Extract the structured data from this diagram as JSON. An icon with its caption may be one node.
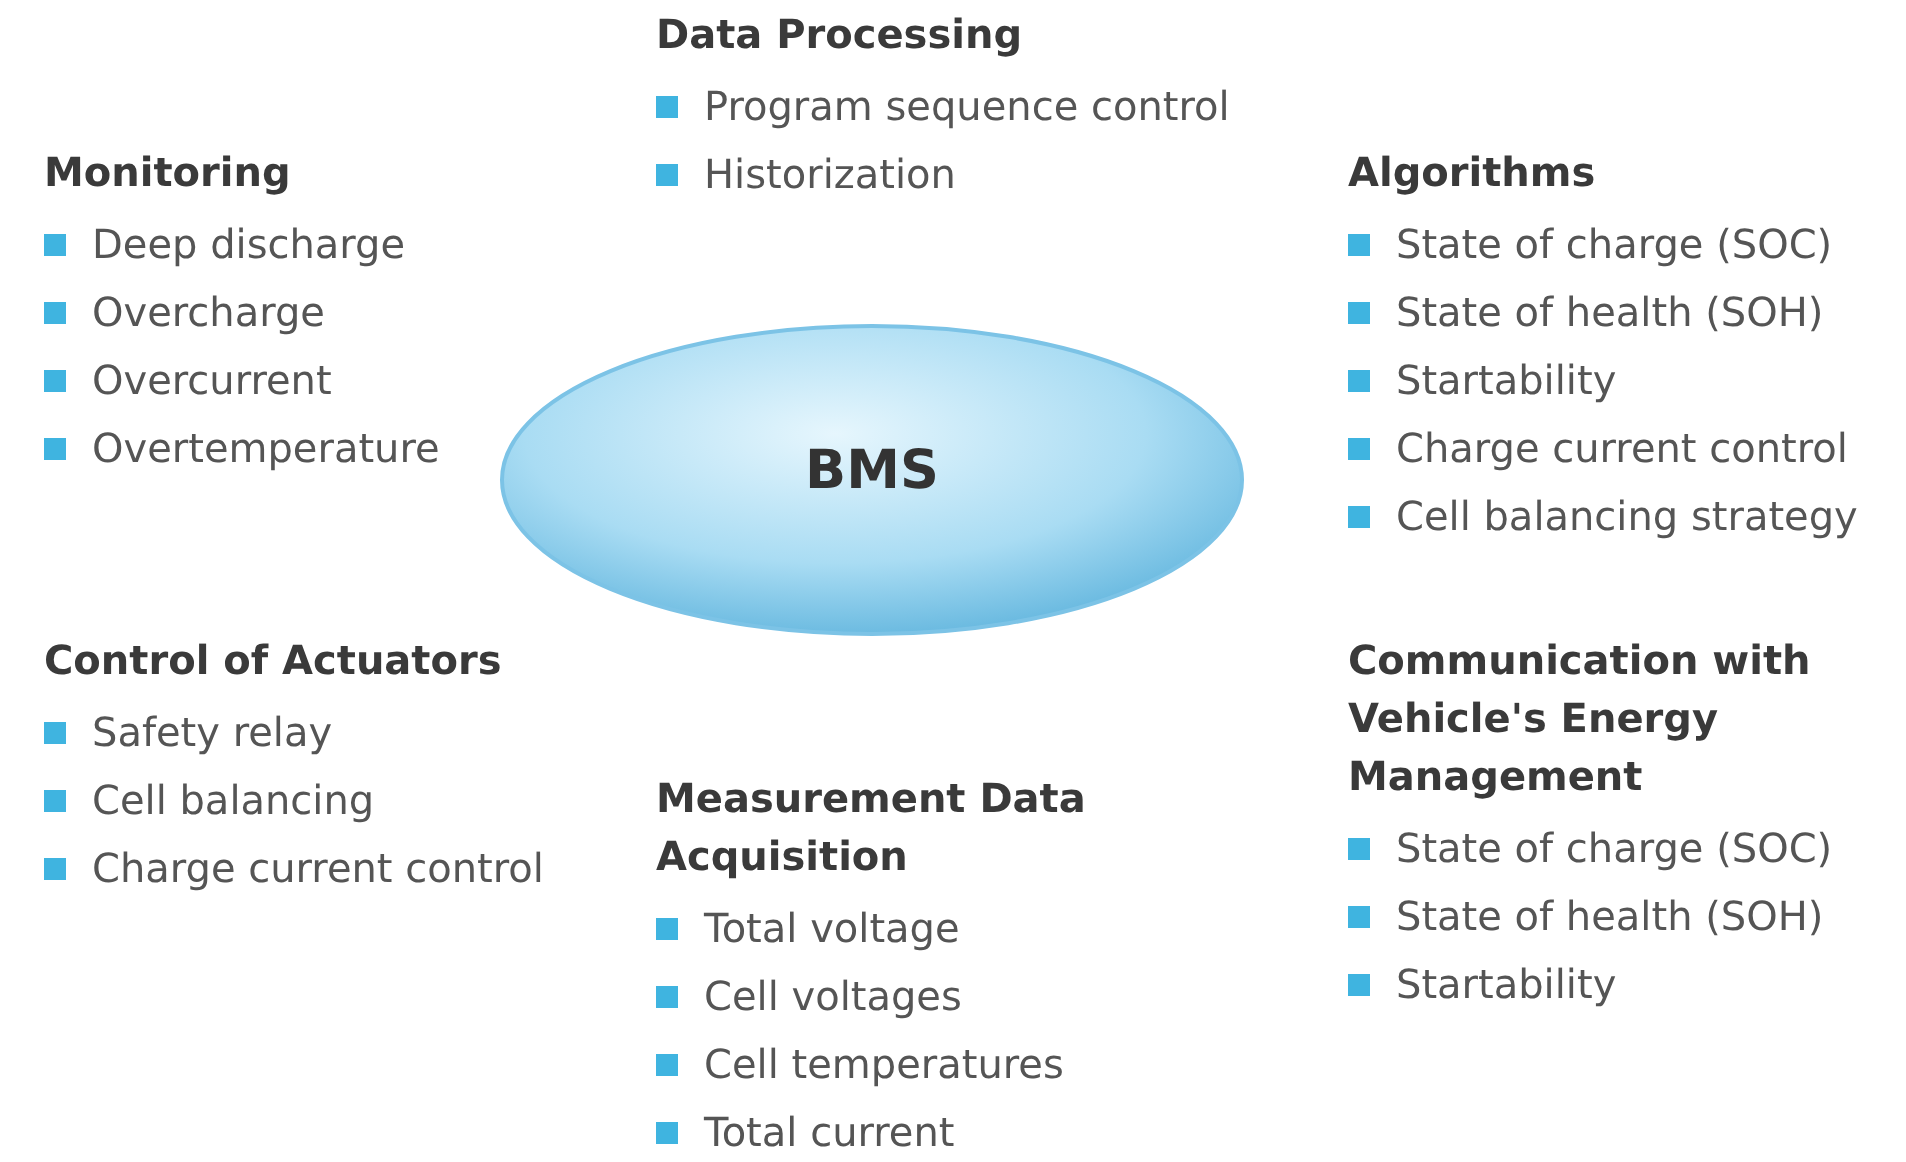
{
  "diagram": {
    "nodes": [
      {
        "text": [
          "BMS"
        ]
      }
    ],
    "labels": [
      "Data Processing",
      "Program sequence control",
      "Historization",
      "Monitoring",
      "Deep discharge",
      "Overcharge",
      "Overcurrent",
      "Overtemperature",
      "Algorithms",
      "State of charge (SOC)",
      "State of health (SOH)",
      "Startability",
      "Charge current control",
      "Cell balancing strategy",
      "Control of Actuators",
      "Safety relay",
      "Cell balancing",
      "Charge current control",
      "Communication with Vehicle's Energy Management",
      "State of charge (SOC)",
      "State of health (SOH)",
      "Startability",
      "Measurement Data Acquisition",
      "Total voltage",
      "Cell voltages",
      "Cell temperatures",
      "Total current"
    ]
  }
}
